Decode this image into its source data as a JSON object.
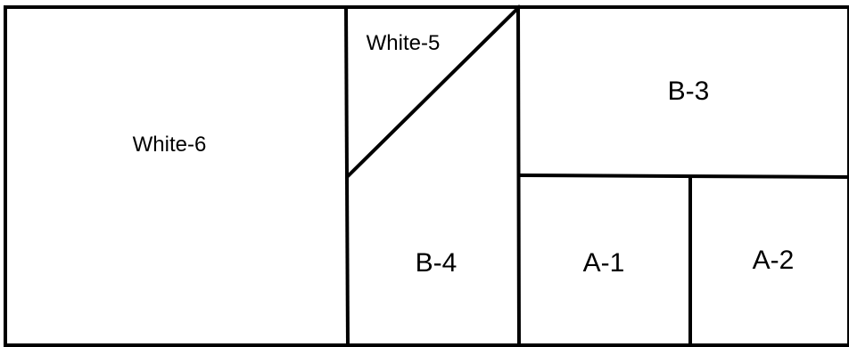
{
  "regions": [
    {
      "id": "white-6",
      "label": "White-6"
    },
    {
      "id": "white-5",
      "label": "White-5"
    },
    {
      "id": "b-3",
      "label": "B-3"
    },
    {
      "id": "b-4",
      "label": "B-4"
    },
    {
      "id": "a-1",
      "label": "A-1"
    },
    {
      "id": "a-2",
      "label": "A-2"
    }
  ],
  "colors": {
    "line": "#000000",
    "fill": "#ffffff"
  }
}
